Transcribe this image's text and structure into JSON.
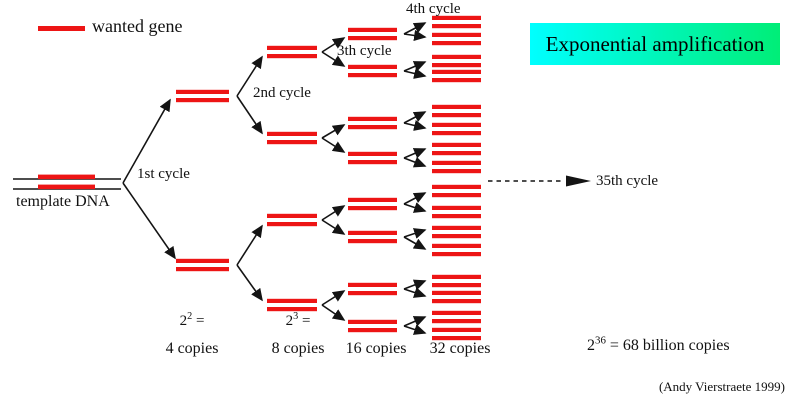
{
  "colors": {
    "gene_red": "#ED1515",
    "line_black": "#141414",
    "banner_gradient_left": "#00FFFF",
    "banner_gradient_right": "#00EE77"
  },
  "legend": {
    "label": "wanted gene"
  },
  "template_dna": {
    "label": "template DNA"
  },
  "cycles": {
    "c1": "1st cycle",
    "c2": "2nd cycle",
    "c3": "3th cycle",
    "c4": "4th cycle",
    "c35": "35th cycle"
  },
  "banner": {
    "label": "Exponential amplification"
  },
  "copies": {
    "col1": {
      "base": "2",
      "exp": "2",
      "eq": " =",
      "count": "4 copies"
    },
    "col2": {
      "base": "2",
      "exp": "3",
      "eq": " =",
      "count": "8 copies"
    },
    "col3": {
      "count": "16 copies"
    },
    "col4": {
      "count": "32 copies"
    }
  },
  "result": {
    "base": "2",
    "exp": "36",
    "rest": " = 68 billion copies"
  },
  "credit": "(Andy Vierstraete 1999)"
}
